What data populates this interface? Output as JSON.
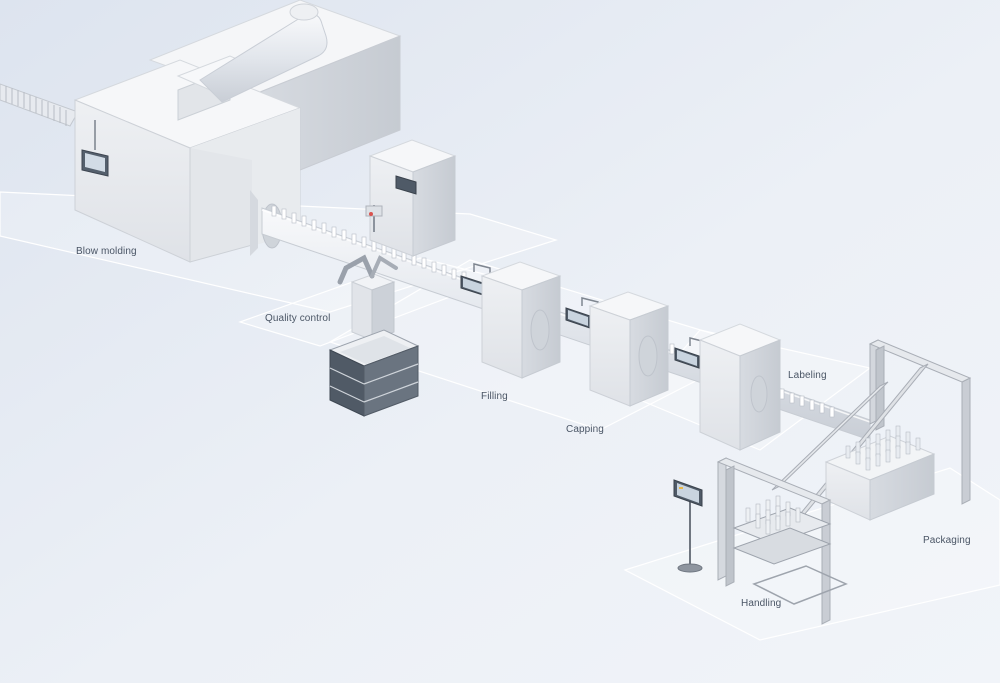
{
  "stations": {
    "blow_molding": "Blow molding",
    "quality_control": "Quality control",
    "filling": "Filling",
    "capping": "Capping",
    "labeling": "Labeling",
    "handling": "Handling",
    "packaging": "Packaging"
  },
  "colors": {
    "background": "#e9eef6",
    "machine_top": "#f4f5f7",
    "machine_front": "#e4e6ea",
    "machine_side": "#cdd1d7",
    "frame_metal": "#b9bec6",
    "floor_zone_border": "#ffffff",
    "screen": "#2e3a48",
    "label_text": "#4a5565"
  },
  "icons": [
    "hmi-touch-panel-icon",
    "robot-arm-icon",
    "bottle-icon",
    "gantry-frame-icon",
    "crate-icon"
  ]
}
